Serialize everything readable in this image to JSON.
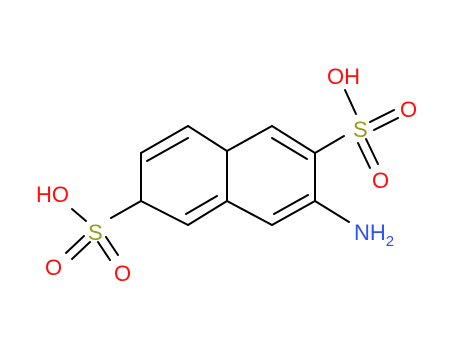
{
  "molecule": {
    "atom_labels": {
      "oh_top": "OH",
      "o_top_right": "O",
      "o_top_down": "O",
      "s_top": "S",
      "oh_left": "HO",
      "s_left": "S",
      "o_left_down": "O",
      "o_left_right": "O",
      "nh2_main": "NH",
      "nh2_sub": "2"
    }
  },
  "colors": {
    "oxygen": "#ff0d0d",
    "sulfur": "#9a9a1a",
    "nitrogen": "#3050f8",
    "bond": "#000000"
  }
}
